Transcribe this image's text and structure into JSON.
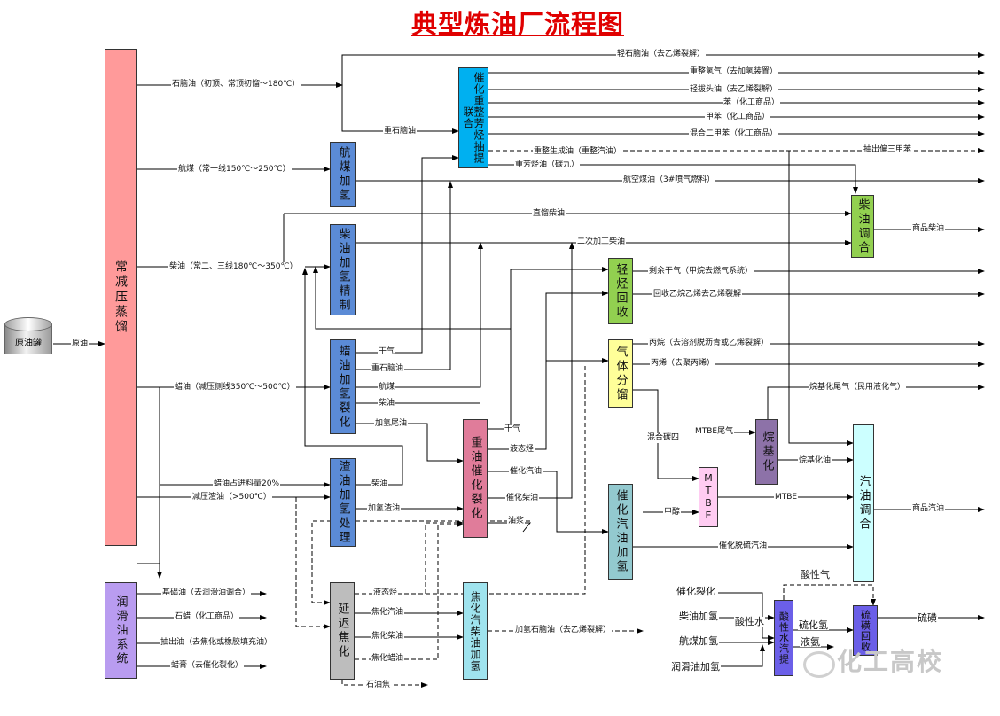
{
  "title": "典型炼油厂流程图",
  "tank_label": "原油罐",
  "feed_label": "原油",
  "units": {
    "atm": "常减压蒸馏",
    "reform": "催化重整芳烃抽提联合",
    "jet": "航煤加氢",
    "diesel_hydro": "柴油加氢精制",
    "hydrocrack": "蜡油加氢裂化",
    "resid": "渣油加氢处理",
    "lube": "润滑油系统",
    "delayed": "延迟焦化",
    "coker_hydro": "焦化汽柴油加氢",
    "fcc": "重油催化裂化",
    "light": "轻烃回收",
    "gas_frac": "气体分馏",
    "fcc_gaso": "催化汽油加氢",
    "mtbe": "MTBE",
    "alky": "烷基化",
    "diesel_blend": "柴油调合",
    "gaso_blend": "汽油调合",
    "acid": "酸性水汽提",
    "sulfur": "硫磺回收"
  },
  "labels": {
    "naphtha_atm": "石脑油（初顶、常顶初馏～180℃）",
    "jet_atm": "航煤（常一线150℃～250℃）",
    "diesel_atm": "柴油（常二、三线180℃～350℃）",
    "vgo_atm": "蜡油（减压侧线350℃～500℃）",
    "vgo_ratio": "蜡油占进料量20%",
    "vr_atm": "减压渣油（>500℃）",
    "heavy_naphtha": "重石脑油",
    "light_naphtha": "轻石脑油（去乙烯裂解）",
    "reform_h2": "重整氢气（去加氢装置）",
    "raffinate": "轻拔头油（去乙烯裂解）",
    "benzene": "苯（化工商品）",
    "toluene": "甲苯（化工商品）",
    "xylene": "混合二甲苯（化工商品）",
    "reformate": "重整生成油（重整汽油）",
    "c9": "重芳烃油（碳九）",
    "trimethyl": "抽出偏三甲苯",
    "jet_fuel": "航空煤油（3#喷气燃料）",
    "sr_diesel": "直馏柴油",
    "sec_diesel": "二次加工柴油",
    "diesel_product": "商品柴油",
    "dry_gas_fuel": "剩余干气（甲烷去燃气系统）",
    "ethylene_rec": "回收乙烷乙烯去乙烯裂解",
    "propane": "丙烷（去溶剂脱沥青或乙烯裂解）",
    "propylene": "丙烯（去聚丙烯）",
    "mixed_c4": "混合碳四",
    "mtbe_tail": "MTBE尾气",
    "alkyl_lpg": "烷基化尾气（民用液化气）",
    "alkylate": "烷基化油",
    "methanol": "甲醇",
    "mtbe_out": "MTBE",
    "fcc_desulf": "催化脱硫汽油",
    "gasoline_product": "商品汽油",
    "hc_dry_gas": "干气",
    "hc_heavy_naphtha": "重石脑油",
    "hc_jet": "航煤",
    "hc_diesel": "柴油",
    "hc_tail": "加氢尾油",
    "resid_diesel": "柴油",
    "resid_oil": "加氢渣油",
    "fcc_dry_gas": "干气",
    "fcc_lpg": "液态烃",
    "fcc_gasoline": "催化汽油",
    "fcc_diesel": "催化柴油",
    "fcc_slurry": "油浆",
    "lube_base": "基础油（去润滑油调合）",
    "lube_wax": "石蜡（化工商品）",
    "lube_extract": "抽出油（去焦化或橡胶填充油）",
    "lube_paste": "蜡膏（去催化裂化）",
    "coker_lpg": "液态烃",
    "coker_gasoline": "焦化汽油",
    "coker_diesel": "焦化柴油",
    "coker_gasoil": "焦化蜡油",
    "coke": "石油焦",
    "hydro_naphtha": "加氢石脑油（去乙烯裂解）",
    "acid_fcc": "催化裂化",
    "acid_diesel": "柴油加氢",
    "acid_jet": "航煤加氢",
    "acid_lube": "润滑油加氢",
    "acid_water": "酸性水",
    "acid_gas": "酸性气",
    "h2s": "硫化氢",
    "nh3": "液氨",
    "sulfur_out": "硫磺"
  },
  "watermark": "化工高校",
  "colors": {
    "title": "#e00000",
    "atm": "#ff9a9a",
    "reform": "#00b0f0",
    "hydro_blue": "#5b8bd6",
    "lube": "#b99cf0",
    "delayed": "#bdbdbd",
    "coker_hydro": "#9fe3ee",
    "fcc": "#e07c9a",
    "light": "#92d050",
    "gas_frac": "#ffff99",
    "fcc_gaso": "#93c9cf",
    "mtbe": "#ffccf2",
    "alky": "#8d72a8",
    "diesel_blend": "#92d050",
    "gaso_blend": "#ccffff",
    "acid": "#6b5fe8",
    "sulfur": "#6b5fe8"
  }
}
